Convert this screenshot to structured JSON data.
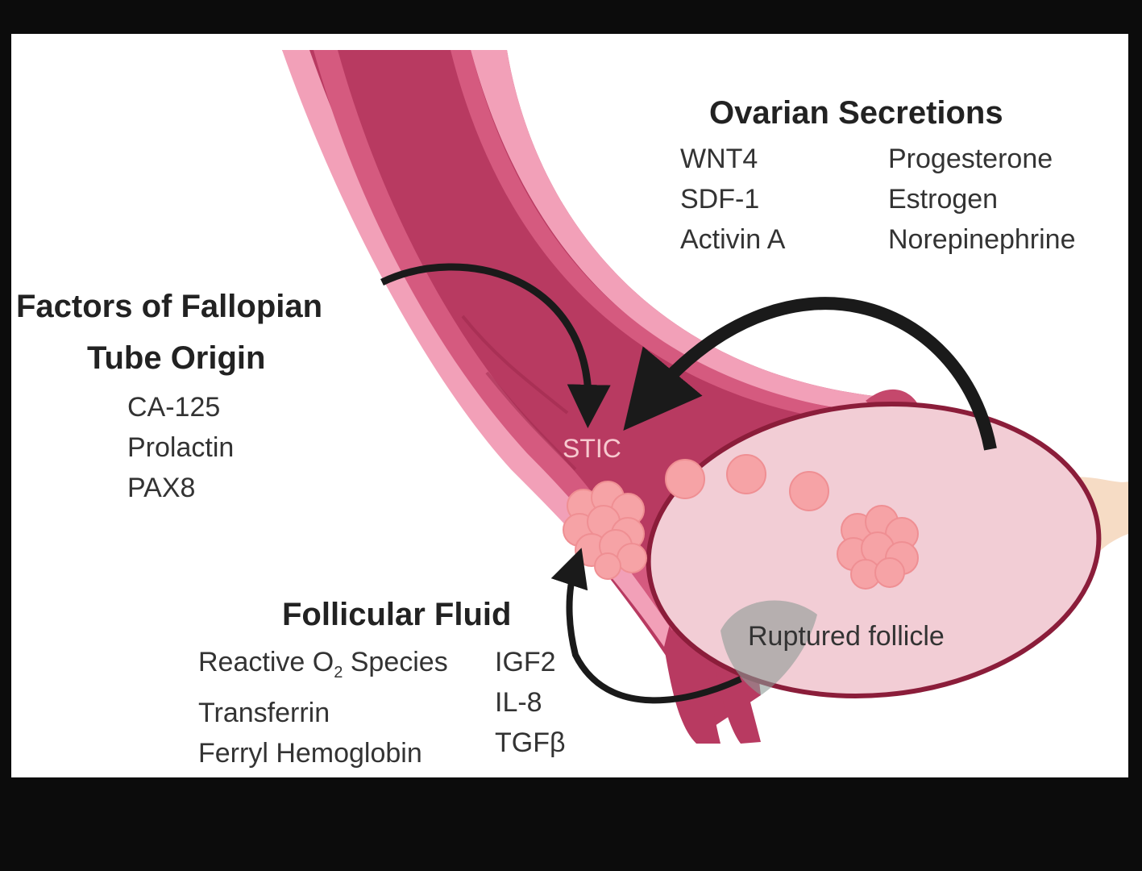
{
  "ovarian": {
    "title": "Ovarian Secretions",
    "left": [
      "WNT4",
      "SDF-1",
      "Activin A"
    ],
    "right": [
      "Progesterone",
      "Estrogen",
      "Norepinephrine"
    ]
  },
  "fallopian": {
    "title_line1": "Factors of Fallopian",
    "title_line2": "Tube Origin",
    "items": [
      "CA-125",
      "Prolactin",
      "PAX8"
    ]
  },
  "follicular": {
    "title": "Follicular Fluid",
    "left_1_pre": "Reactive O",
    "left_1_sub": "2",
    "left_1_post": " Species",
    "left_2": "Transferrin",
    "left_3": "Ferryl Hemoglobin",
    "right": [
      "IGF2",
      "IL-8",
      "TGFβ"
    ]
  },
  "stic_label": "STIC",
  "follicle_label": "Ruptured follicle",
  "colors": {
    "tube_outer": "#c5486c",
    "tube_inner": "#a93055",
    "tube_edge": "#f3a6bd",
    "ovary": "#f2cdd5",
    "cells": "#f6a3a6",
    "arrow": "#1a1a1a"
  }
}
